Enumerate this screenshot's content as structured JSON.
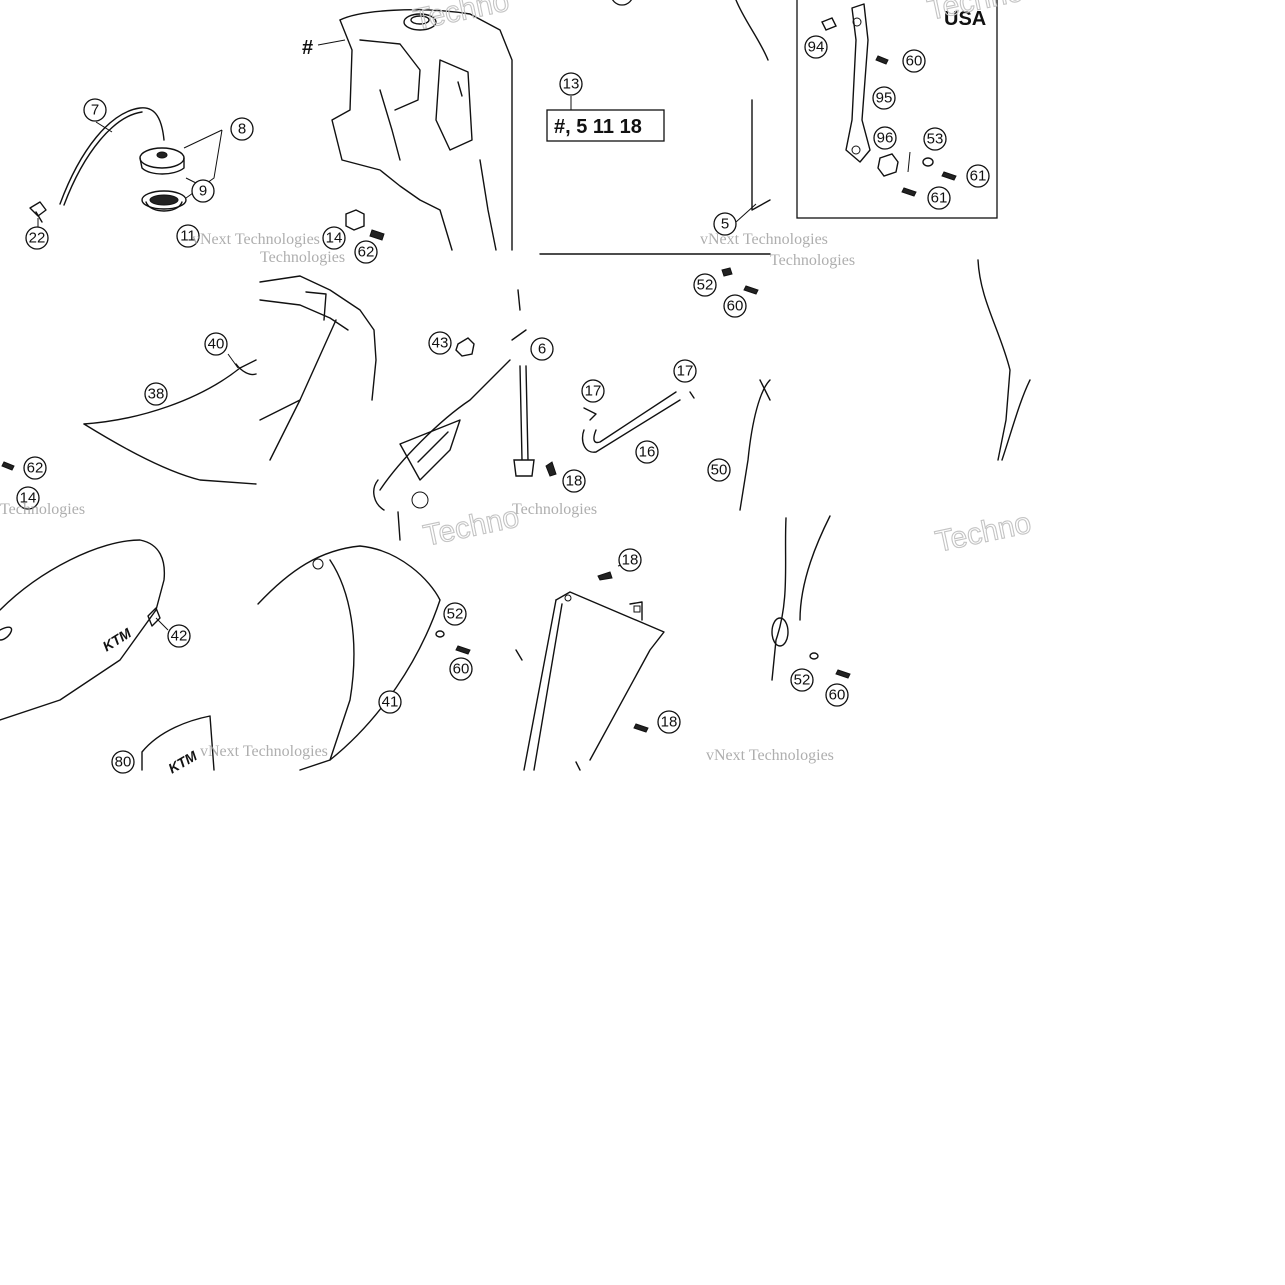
{
  "diagram": {
    "callouts": {
      "c7": "7",
      "c8": "8",
      "c9": "9",
      "c22": "22",
      "c11": "11",
      "c14": "14",
      "c62a": "62",
      "c62b": "62",
      "c13": "13",
      "c5": "5",
      "c52a": "52",
      "c60a": "60",
      "c94": "94",
      "c60b": "60",
      "c95": "95",
      "c96": "96",
      "c53": "53",
      "c61a": "61",
      "c61b": "61",
      "c40": "40",
      "c38": "38",
      "c62c": "62",
      "c14b": "14",
      "c43": "43",
      "c6": "6",
      "c17a": "17",
      "c17b": "17",
      "c16": "16",
      "c18a": "18",
      "c50": "50",
      "c42": "42",
      "c80": "80",
      "c52b": "52",
      "c60c": "60",
      "c41": "41",
      "c18b": "18",
      "c18c": "18",
      "c52c": "52",
      "c60d": "60"
    },
    "hash_label": "#",
    "box_text": "#, 5 11 18",
    "region_label": "USA",
    "logo_text": "KTM",
    "watermarks": {
      "vnext": "vNext Technologies",
      "techno": "Techno",
      "technologies": "Technologies"
    }
  }
}
